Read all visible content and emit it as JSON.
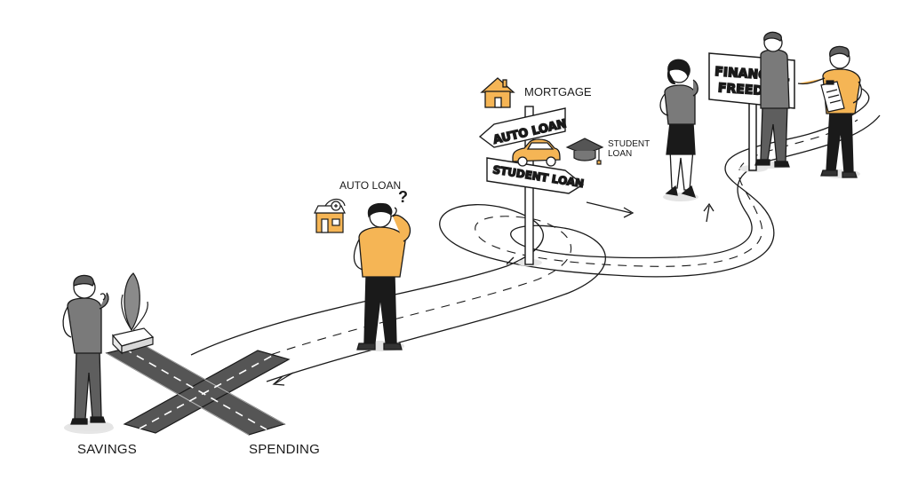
{
  "labels": {
    "savings": "SAVINGS",
    "spending": "SPENDING",
    "auto_loan_thought": "AUTO LOAN",
    "question_mark": "?",
    "mortgage": "MORTGAGE",
    "student_loan_side": [
      "STUDENT",
      "LOAN"
    ]
  },
  "signpost": {
    "arrow_left": "AUTO LOAN",
    "arrow_right": "STUDENT LOAN"
  },
  "freedom_sign": {
    "line1": "FINANCIAL",
    "line2": "FREEDOM"
  },
  "icons": [
    "house-icon",
    "car-icon",
    "graduation-cap-icon",
    "store-icon",
    "plant-icon",
    "clipboard-icon"
  ],
  "colors": {
    "accent": "#F5B555",
    "road": "#5a5a5a",
    "ink": "#1a1a1a",
    "shirt_gray": "#7a7a7a"
  }
}
